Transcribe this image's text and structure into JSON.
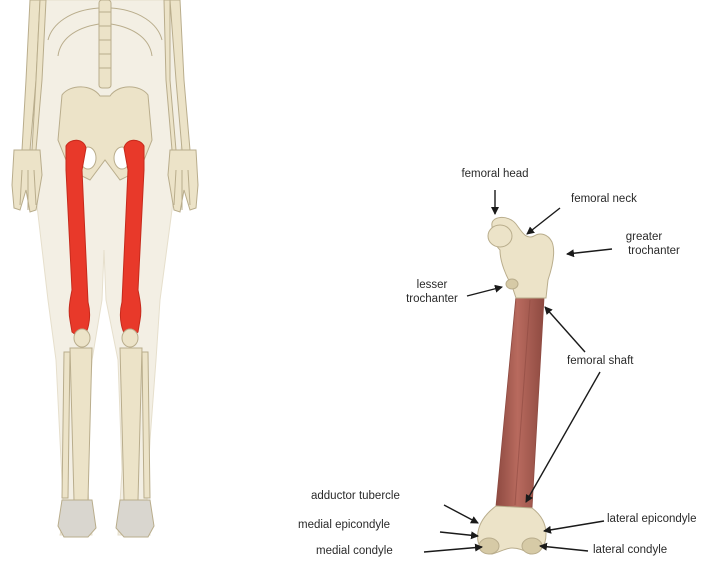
{
  "colors": {
    "bone": "#ece3c8",
    "bone_shadow": "#d6caa6",
    "bone_outline": "#b9ad8c",
    "highlight": "#e8392a",
    "shaft": "#b86a5e",
    "shaft_dark": "#8e4a41",
    "arrow": "#1a1a1a",
    "text": "#2a2a2a"
  },
  "labels": {
    "femoral_head": "femoral head",
    "femoral_neck": "femoral neck",
    "greater_trochanter_line1": "greater",
    "greater_trochanter_line2": "trochanter",
    "lesser_trochanter_line1": "lesser",
    "lesser_trochanter_line2": "trochanter",
    "femoral_shaft": "femoral shaft",
    "adductor_tubercle": "adductor tubercle",
    "medial_epicondyle": "medial epicondyle",
    "medial_condyle": "medial condyle",
    "lateral_epicondyle": "lateral epicondyle",
    "lateral_condyle": "lateral condyle"
  },
  "icons": {
    "left_panel": "skeleton-lower-body-icon",
    "right_panel": "femur-icon"
  }
}
